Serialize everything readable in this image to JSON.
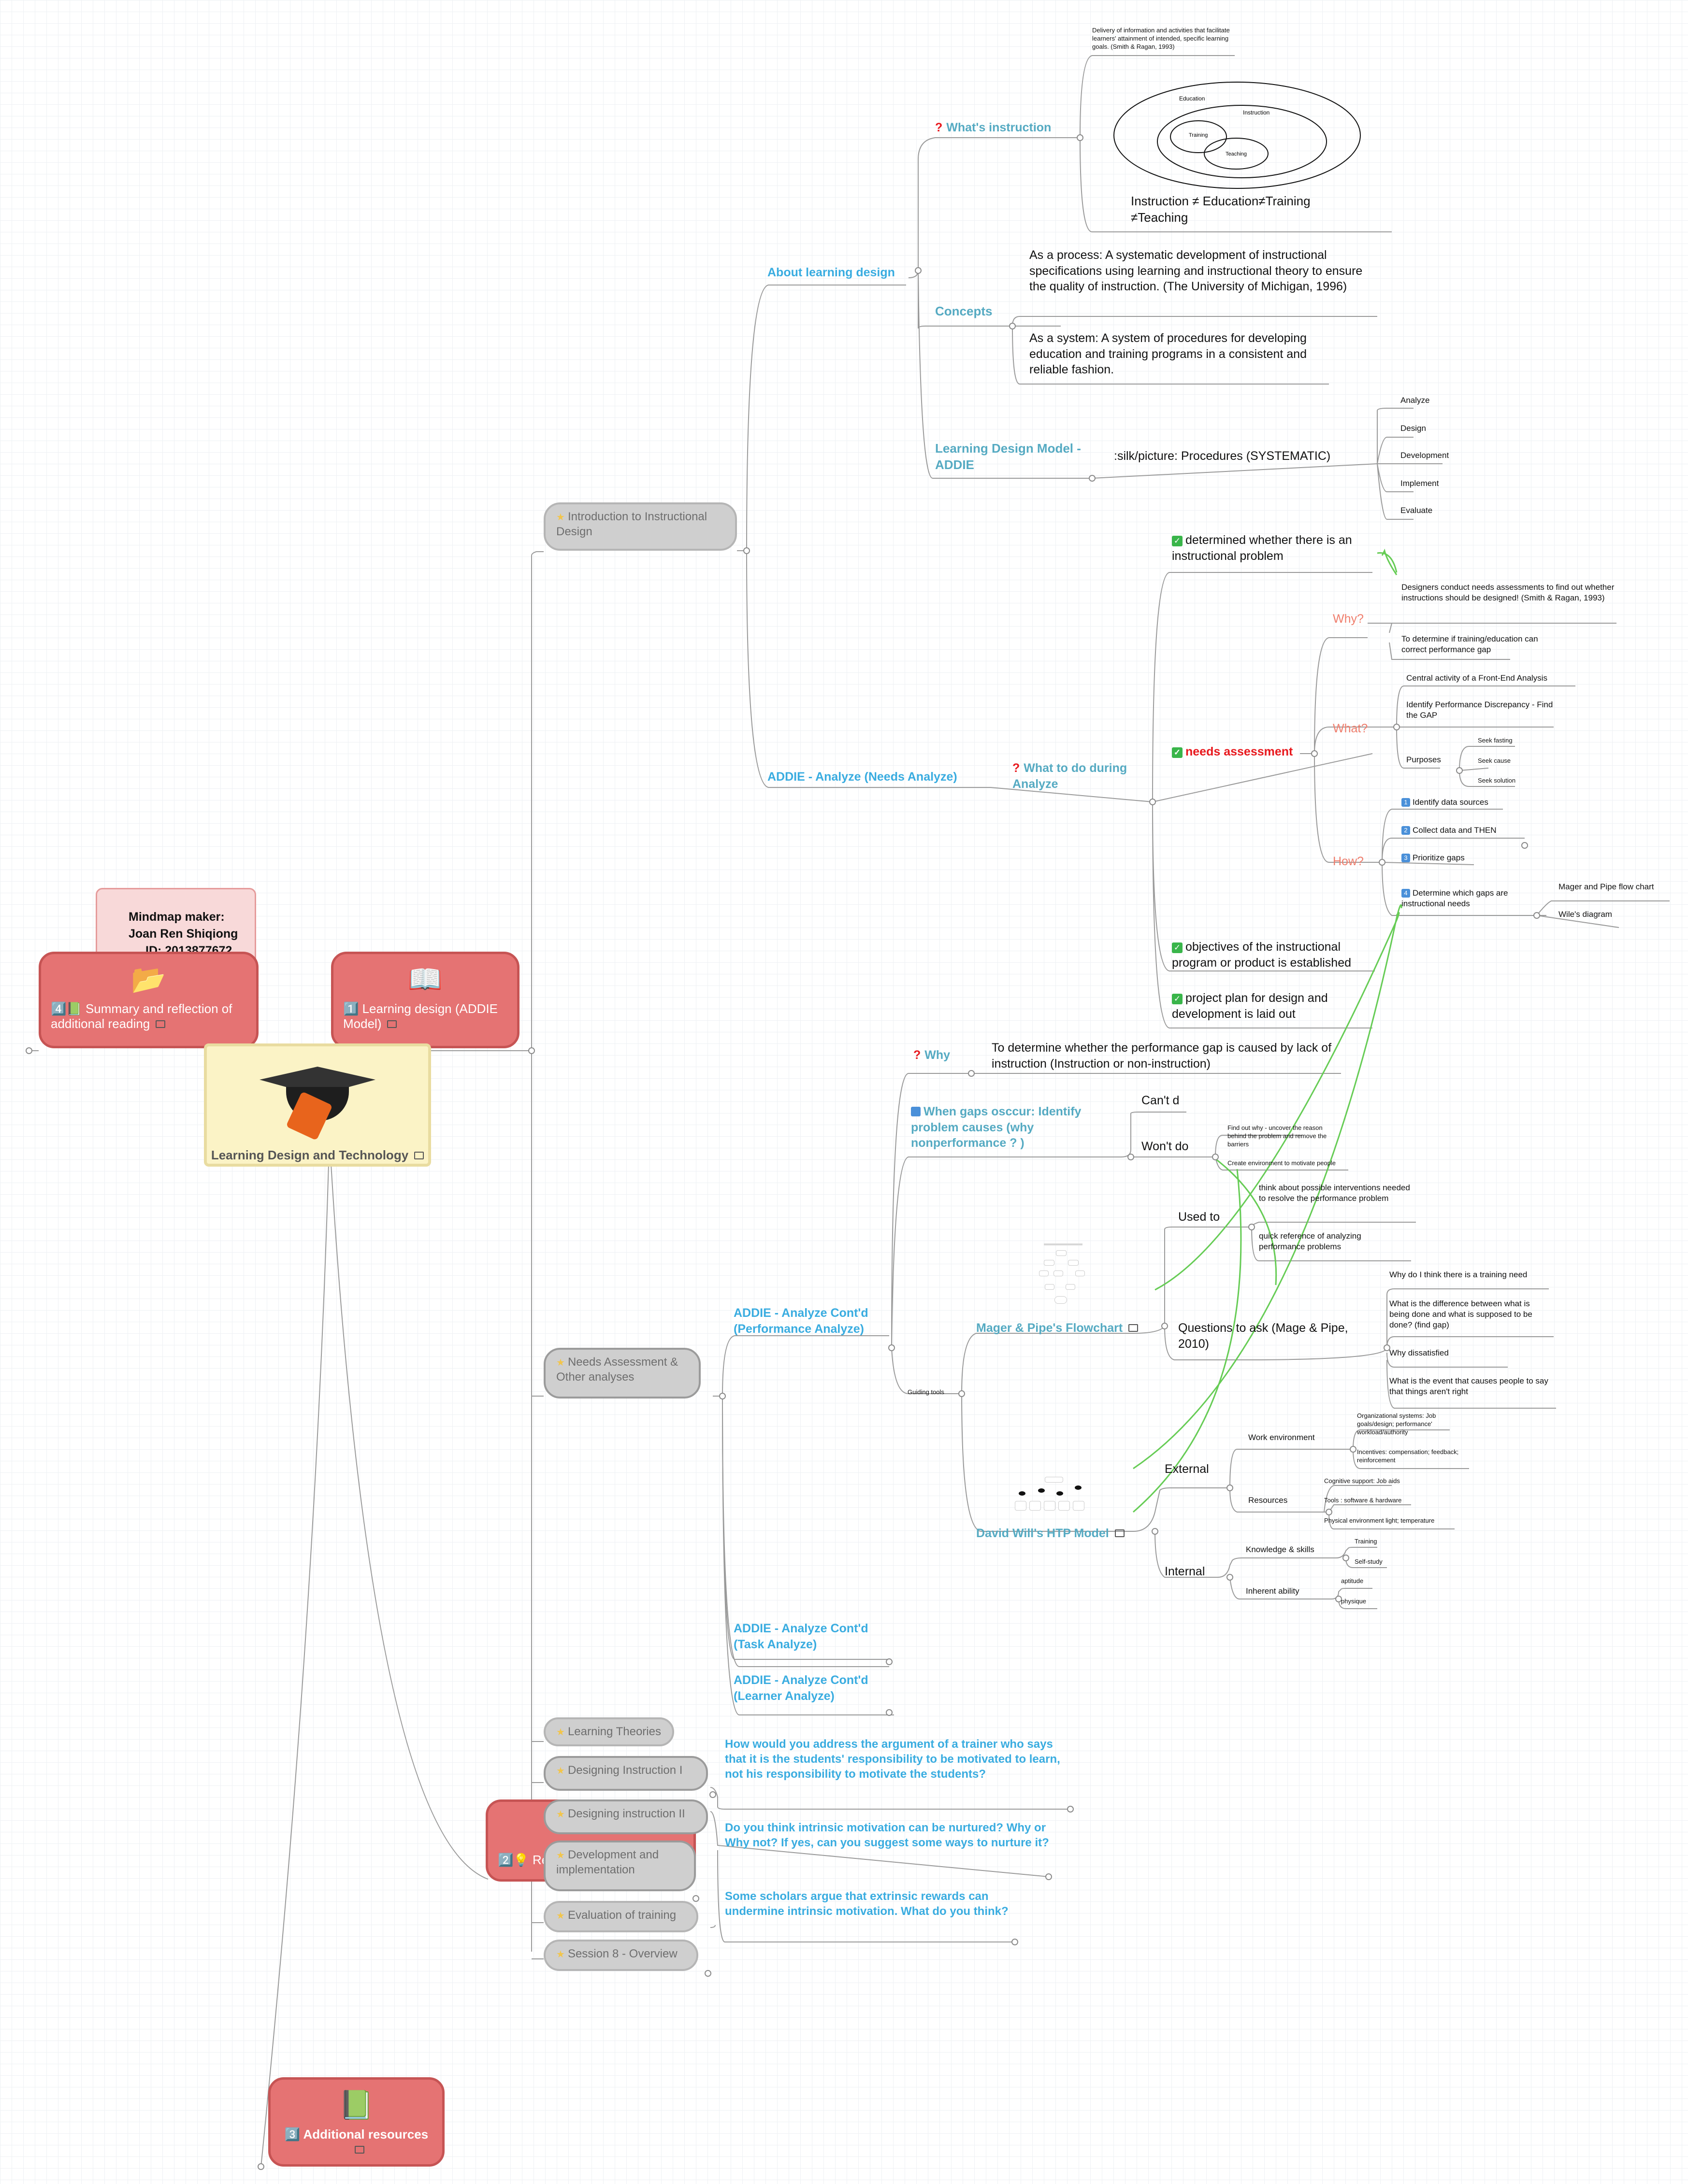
{
  "root": {
    "label": "Learning Design and Technology"
  },
  "maker": {
    "line1": "Mindmap maker:",
    "line2": "Joan Ren Shiqiong",
    "line3": "ID: 2013877672"
  },
  "left_nodes": {
    "summary": "4️⃣📗 Summary and reflection of additional reading",
    "learning_design": "1️⃣ Learning design (ADDIE Model)",
    "reflection": "2️⃣💡 Re",
    "additional": "3️⃣ Additional resources"
  },
  "sessions": {
    "intro": "Introduction to Instructional Design",
    "needs": "Needs Assessment & Other analyses",
    "theories": "Learning Theories",
    "design1": "Designing Instruction I",
    "design2": "Designing instruction II",
    "devimpl": "Development and implementation",
    "evaluation": "Evaluation of training",
    "session8": "Session 8 - Overview"
  },
  "about": {
    "title": "About learning design",
    "whats_instruction": "What's instruction",
    "delivery": "Delivery of information and activities that facilitate learners' attainment of intended, specific learning goals. (Smith & Ragan, 1993)",
    "venn": {
      "education": "Education",
      "instruction": "Instruction",
      "training": "Training",
      "teaching": "Teaching"
    },
    "neq": "Instruction ≠ Education≠Training ≠Teaching",
    "concepts": "Concepts",
    "process": "As a process: A systematic development of instructional specifications using learning and instructional theory to ensure the quality of instruction. (The University of Michigan, 1996)",
    "system": "As a system: A system of procedures for developing education and training programs in a consistent and reliable fashion.",
    "addie_model": "Learning Design Model - ADDIE",
    "procedures": ":silk/picture: Procedures (SYSTEMATIC)",
    "steps": [
      "Analyze",
      "Design",
      "Development",
      "Implement",
      "Evaluate"
    ]
  },
  "analyze": {
    "title": "ADDIE - Analyze  (Needs Analyze)",
    "what_todo": "What to do during Analyze",
    "determined": "determined whether there is an instructional  problem",
    "needs_assessment": "needs assessment",
    "objectives": "objectives of the instructional program or product is established",
    "project_plan": "project plan for design and development is laid out",
    "why": "Why?",
    "why_items": [
      "Designers conduct needs assessments to find out whether instructions should be designed! (Smith & Ragan, 1993)",
      "To determine if training/education can correct performance gap"
    ],
    "what": "What?",
    "what_items": [
      "Central activity of a  Front-End Analysis",
      "Identify Performance Discrepancy - Find the GAP"
    ],
    "purposes": "Purposes",
    "purpose_items": [
      "Seek fasting",
      "Seek cause",
      "Seek solution"
    ],
    "how": "How?",
    "how_items": [
      "Identify data sources",
      "Collect data and THEN",
      "Prioritize gaps",
      "Determine which gaps are instructional needs"
    ],
    "how_nums": [
      "1",
      "2",
      "3",
      "4"
    ],
    "gaps_sub": [
      "Mager and Pipe flow chart",
      "Wile's diagram"
    ]
  },
  "performance": {
    "title": "ADDIE - Analyze Cont'd (Performance Analyze)",
    "why": "Why",
    "why_text": "To determine whether the performance gap is caused by lack of instruction (Instruction or non-instruction)",
    "when_gaps": "When gaps osccur: Identify problem causes (why nonperformance ? )",
    "cant": "Can't d",
    "wont": "Won't do",
    "wont_items": [
      "Find out why - uncover the reason behind the problem and remove the barriers",
      "Create environment to motivate people"
    ],
    "guiding": "Guiding tools",
    "mager": "Mager & Pipe's Flowchart",
    "used_to": "Used to",
    "used_items": [
      "think about possible interventions needed to resolve the performance problem",
      "quick reference of analyzing performance problems"
    ],
    "questions": "Questions to ask (Mage & Pipe, 2010)",
    "question_items": [
      "Why do I think there is a training need",
      "What is the difference between what is being done and what is supposed to be done?    (find gap)",
      "Why dissatisfied",
      "What is the event that causes people to say that things aren't right"
    ],
    "wile": "David Will's HTP Model",
    "external": "External",
    "work_env": "Work environment",
    "work_items": [
      "Organizational systems: Job goals/design; performance' workload/authority",
      "Incentives: compensation; feedback; reinforcement"
    ],
    "resources": "Resources",
    "resource_items": [
      "Cognitive support: Job aids",
      "Tools : software & hardware",
      "Physical environment light; temperature"
    ],
    "internal": "Internal",
    "knowledge": "Knowledge & skills",
    "knowledge_items": [
      "Training",
      "Self-study"
    ],
    "inherent": "Inherent ability",
    "inherent_items": [
      "aptitude",
      "physique"
    ]
  },
  "task": "ADDIE - Analyze Cont'd (Task Analyze)",
  "learner": "ADDIE - Analyze Cont'd (Learner Analyze)",
  "questions_block": [
    "How would you address the argument of a trainer who says that it is the students' responsibility to be motivated to learn, not his responsibility to motivate the students?",
    "Do you think intrinsic motivation can be nurtured? Why or Why not? If yes, can you suggest some ways to nurture it?",
    "Some scholars argue that extrinsic rewards can undermine intrinsic motivation. What do you think?"
  ],
  "colors": {
    "blue": "#39ace0",
    "teal": "#55aac2",
    "salmon": "#ef7d6c",
    "red_node": "#e57373",
    "gray_node": "#cfcfcf",
    "root_fill": "#fbf3c6",
    "line": "#9a9a9a",
    "green_link": "#66cc55"
  },
  "icons": {
    "summary": "folder-icon",
    "learning_design": "book-icon",
    "additional": "address-book-icon",
    "root": "graduation-cap-icon"
  }
}
